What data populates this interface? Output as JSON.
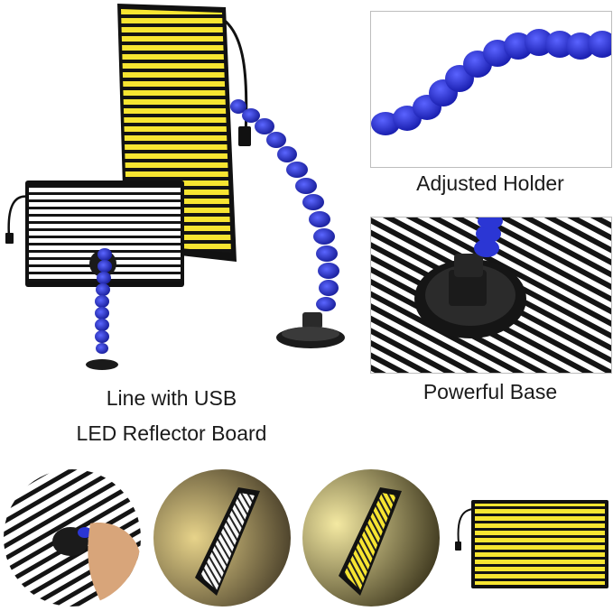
{
  "captions": {
    "adjusted_holder": "Adjusted Holder",
    "powerful_base": "Powerful Base",
    "main_line1": "Line with USB",
    "main_line2": "LED Reflector Board"
  },
  "colors": {
    "yellow": "#f7e531",
    "black": "#141414",
    "blue_arm": "#2f39c8",
    "white": "#ffffff"
  }
}
